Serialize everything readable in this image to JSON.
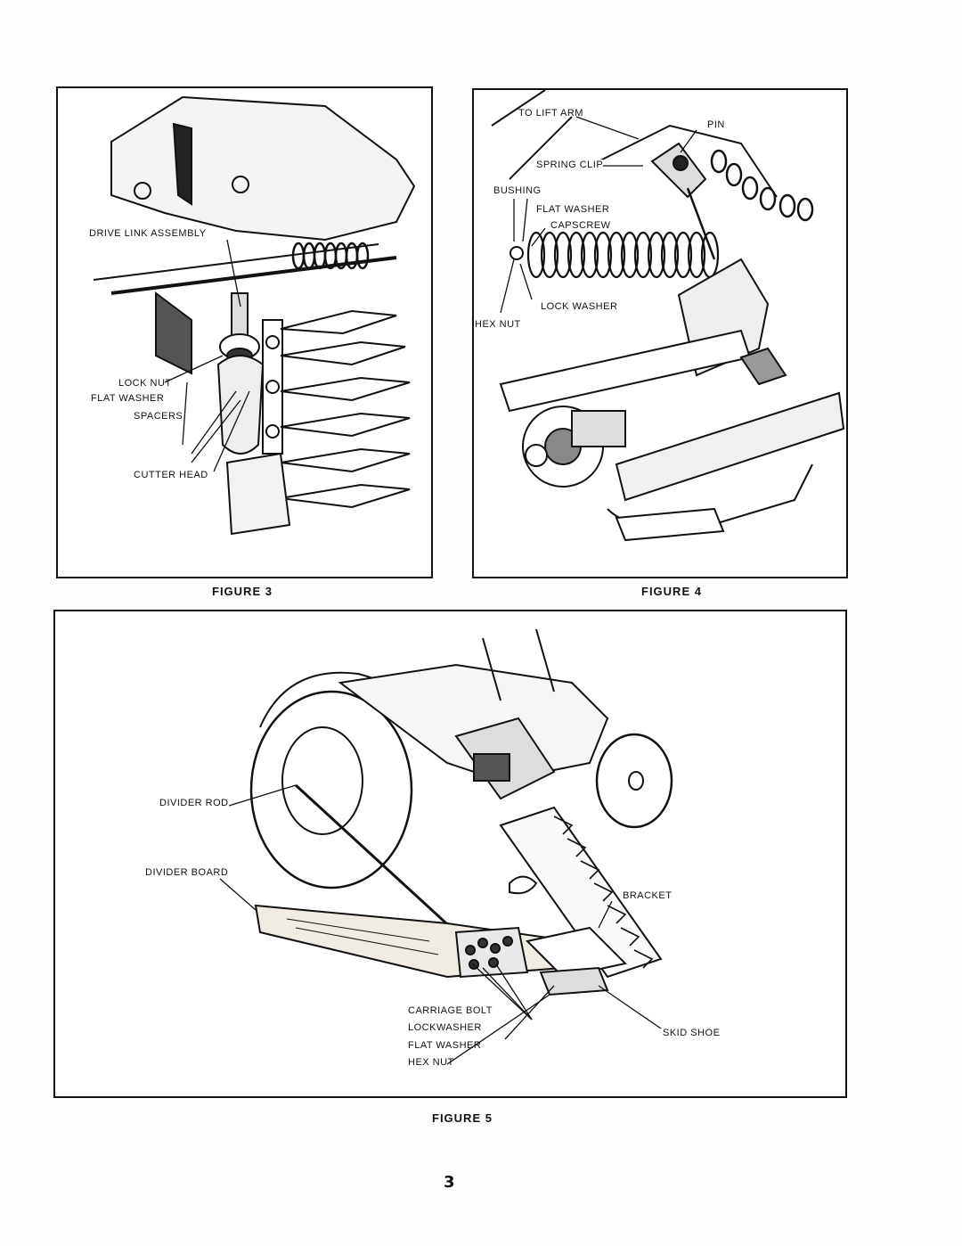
{
  "figure3": {
    "caption": "FIGURE 3",
    "labels": {
      "drive_link": "DRIVE LINK ASSEMBLY",
      "lock_nut": "LOCK NUT",
      "flat_washer": "FLAT WASHER",
      "spacers": "SPACERS",
      "cutter_head": "CUTTER HEAD"
    }
  },
  "figure4": {
    "caption": "FIGURE 4",
    "labels": {
      "to_lift_arm": "TO LIFT ARM",
      "pin": "PIN",
      "spring_clip": "SPRING CLIP",
      "bushing": "BUSHING",
      "flat_washer": "FLAT WASHER",
      "capscrew": "CAPSCREW",
      "lock_washer": "LOCK WASHER",
      "hex_nut": "HEX NUT"
    }
  },
  "figure5": {
    "caption": "FIGURE 5",
    "labels": {
      "divider_rod": "DIVIDER ROD",
      "divider_board": "DIVIDER BOARD",
      "bracket": "BRACKET",
      "carriage_bolt": "CARRIAGE BOLT",
      "lockwasher": "LOCKWASHER",
      "flat_washer": "FLAT WASHER",
      "hex_nut": "HEX NUT",
      "skid_shoe": "SKID SHOE"
    }
  },
  "page_number": "3"
}
